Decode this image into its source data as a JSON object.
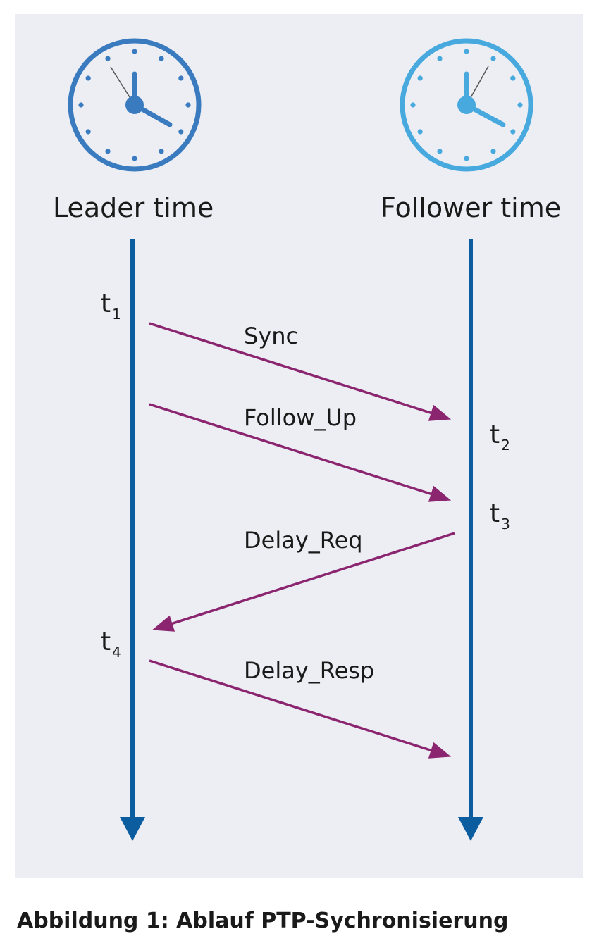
{
  "leader": {
    "label": "Leader time",
    "color": "#3a7bbf"
  },
  "follower": {
    "label": "Follower time",
    "color": "#47a9dd"
  },
  "timeline_color": "#0c5da0",
  "message_color": "#8b2570",
  "messages": [
    {
      "label": "Sync",
      "direction": "leader-to-follower"
    },
    {
      "label": "Follow_Up",
      "direction": "leader-to-follower"
    },
    {
      "label": "Delay_Req",
      "direction": "follower-to-leader"
    },
    {
      "label": "Delay_Resp",
      "direction": "leader-to-follower"
    }
  ],
  "timestamps": [
    {
      "base": "t",
      "sub": "1"
    },
    {
      "base": "t",
      "sub": "2"
    },
    {
      "base": "t",
      "sub": "3"
    },
    {
      "base": "t",
      "sub": "4"
    }
  ],
  "caption": "Abbildung 1: Ablauf PTP-Sychronisierung"
}
